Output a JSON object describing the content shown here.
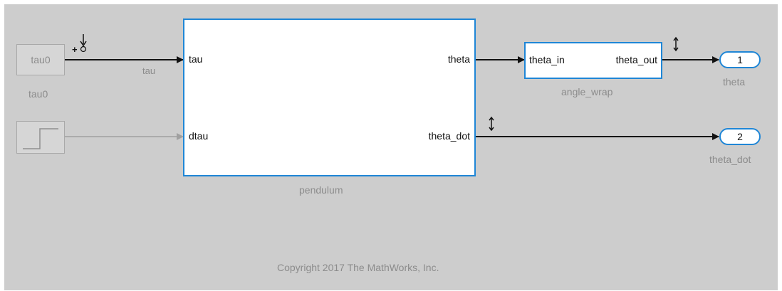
{
  "blocks": {
    "tau0_const": {
      "text": "tau0",
      "caption": "tau0"
    },
    "step": {
      "icon": "step-icon"
    },
    "pendulum": {
      "in1": "tau",
      "in2": "dtau",
      "out1": "theta",
      "out2": "theta_dot",
      "caption": "pendulum"
    },
    "angle_wrap": {
      "in1": "theta_in",
      "out1": "theta_out",
      "caption": "angle_wrap"
    },
    "outport_theta": {
      "number": "1",
      "caption": "theta"
    },
    "outport_theta_dot": {
      "number": "2",
      "caption": "theta_dot"
    }
  },
  "signals": {
    "tau_label": "tau",
    "test_point_marker": "+",
    "test_point_icon": "test-point-icon"
  },
  "footer": {
    "copyright": "Copyright 2017 The MathWorks, Inc."
  },
  "colors": {
    "background": "#cdcdcd",
    "block_border": "#1f86d6",
    "line": "#111111",
    "disabled": "#9a9a9a"
  }
}
